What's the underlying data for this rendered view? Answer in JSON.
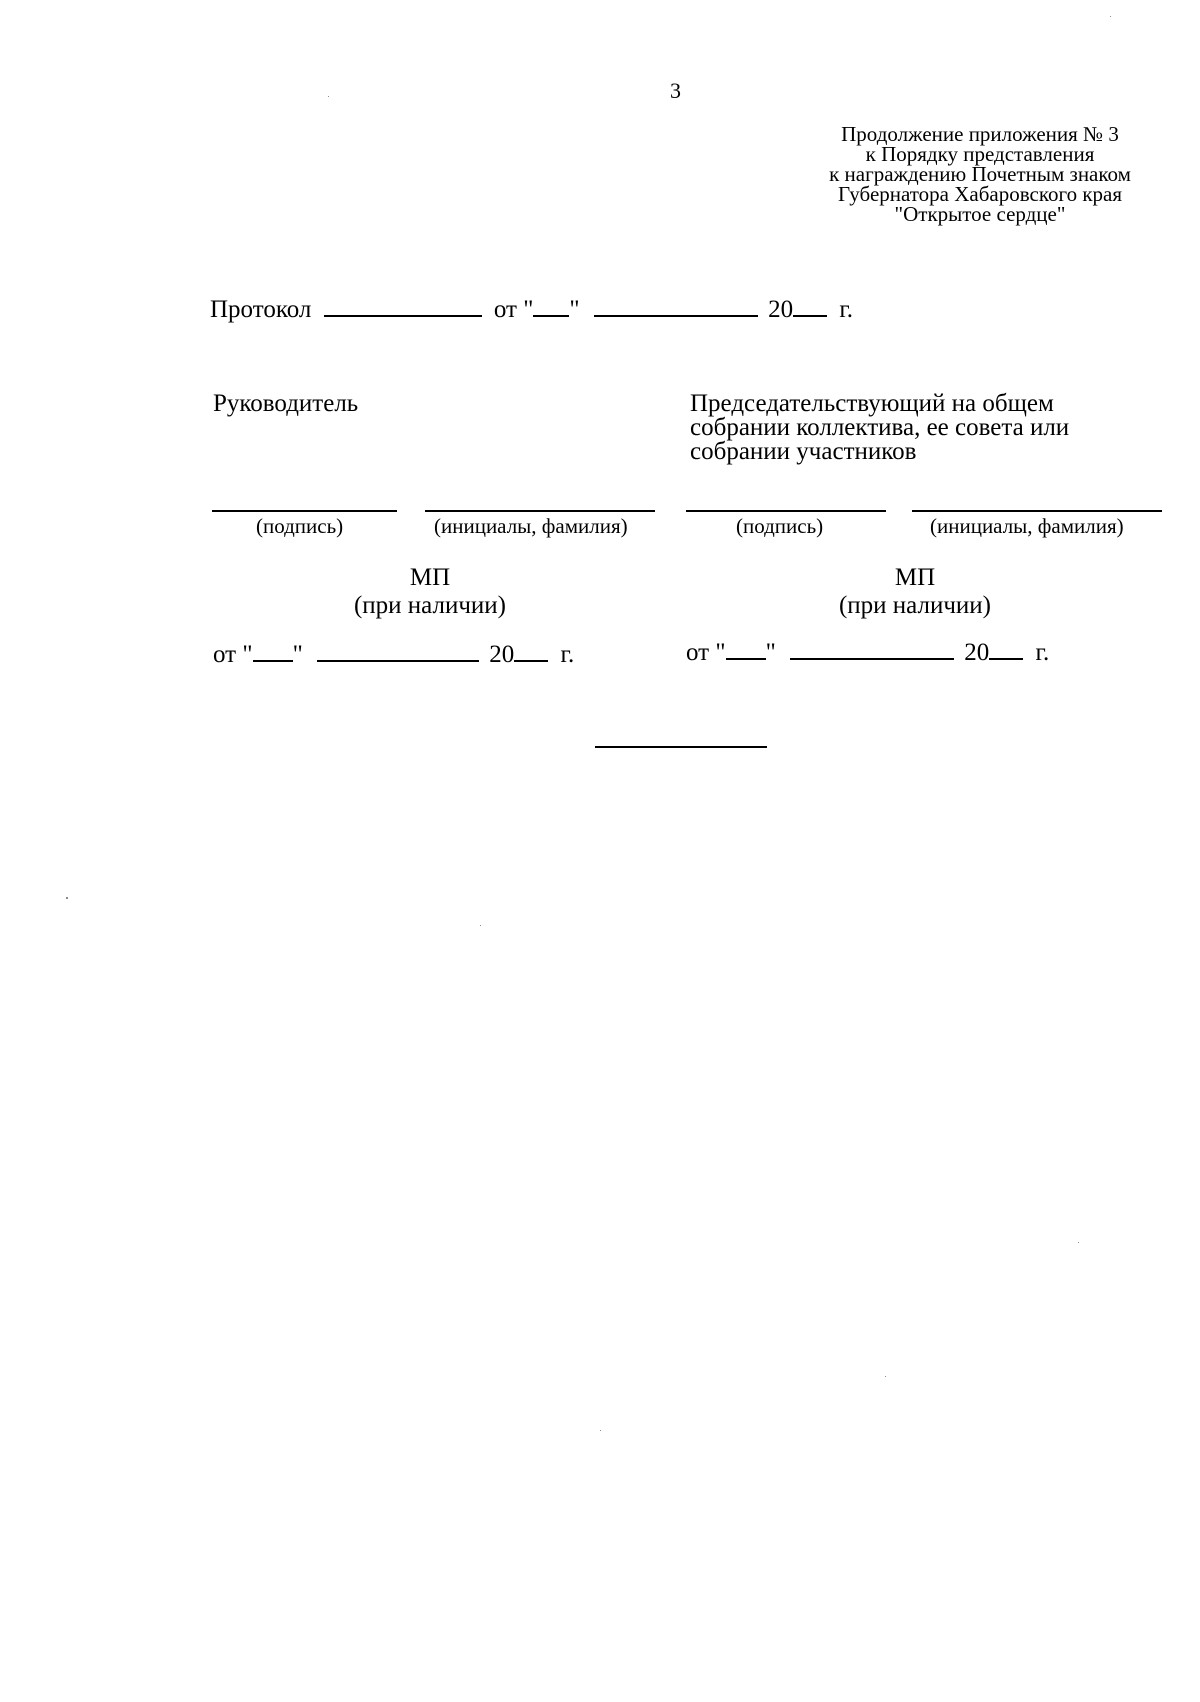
{
  "page_number": "3",
  "header": {
    "lines": [
      "Продолжение приложения № 3",
      "к Порядку представления",
      "к награждению Почетным знаком",
      "Губернатора Хабаровского края",
      "\"Открытое сердце\""
    ]
  },
  "protocol": {
    "label": "Протокол",
    "from": "от \"",
    "quote_close": "\"",
    "year_prefix": "20",
    "year_suffix": "г."
  },
  "left_signatory": {
    "title": "Руководитель",
    "caption_signature": "(подпись)",
    "caption_name": "(инициалы, фамилия)",
    "stamp": "МП",
    "stamp_note": "(при наличии)",
    "date_from": "от \"",
    "date_quote_close": "\"",
    "date_year_prefix": "20",
    "date_year_suffix": "г."
  },
  "right_signatory": {
    "title_lines": [
      "Председательствующий на общем",
      "собрании коллектива, ее совета или",
      "собрании участников"
    ],
    "caption_signature": "(подпись)",
    "caption_name": "(инициалы, фамилия)",
    "stamp": "МП",
    "stamp_note": "(при наличии)",
    "date_from": "от \"",
    "date_quote_close": "\"",
    "date_year_prefix": "20",
    "date_year_suffix": "г."
  }
}
